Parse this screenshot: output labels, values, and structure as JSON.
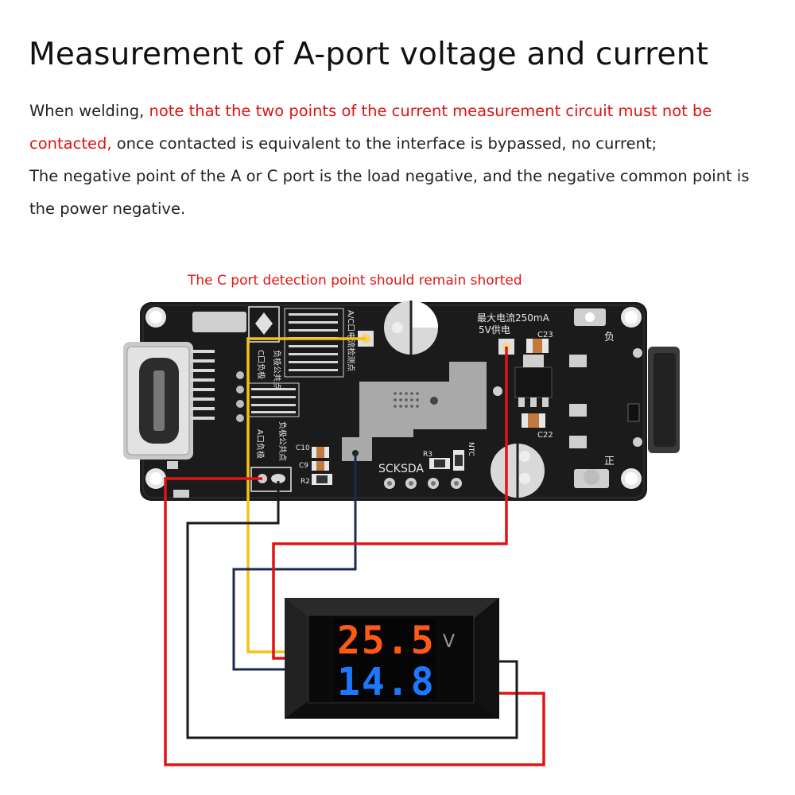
{
  "title": "Measurement of A-port voltage and current",
  "description": {
    "p1_start": "When welding, ",
    "p1_red": "note that the two points of the current measurement circuit must not be contacted,",
    "p1_end": " once contacted is equivalent to the interface is bypassed, no current;",
    "p2": "The negative point of the A or C port is the load negative, and the negative common point is the power negative."
  },
  "callout": "The C port detection point should remain shorted",
  "board_labels": {
    "max_current": "最大电流250mA",
    "supply": "5V供电",
    "negative": "负",
    "positive": "正",
    "sck": "SCK",
    "sda": "SDA",
    "c23": "C23",
    "c22": "C22",
    "c10": "C10",
    "c9": "C9",
    "r2": "R2",
    "r3": "R3",
    "ntc": "NTC",
    "c_port_neg": "C口负极",
    "a_port_neg": "A口负极",
    "neg_common": "负极公共点",
    "ac_detect": "A/C口电流检测点"
  },
  "meter": {
    "voltage": "25.5",
    "current": "14.8",
    "unit": "V"
  },
  "colors": {
    "red_wire": "#e01414",
    "yellow_wire": "#f2c21b",
    "black_wire": "#1a1a1a",
    "navy_wire": "#1d2a50",
    "pcb": "#1b1b1b",
    "voltage_digits": "#ff5a14",
    "current_digits": "#1e78ff"
  }
}
